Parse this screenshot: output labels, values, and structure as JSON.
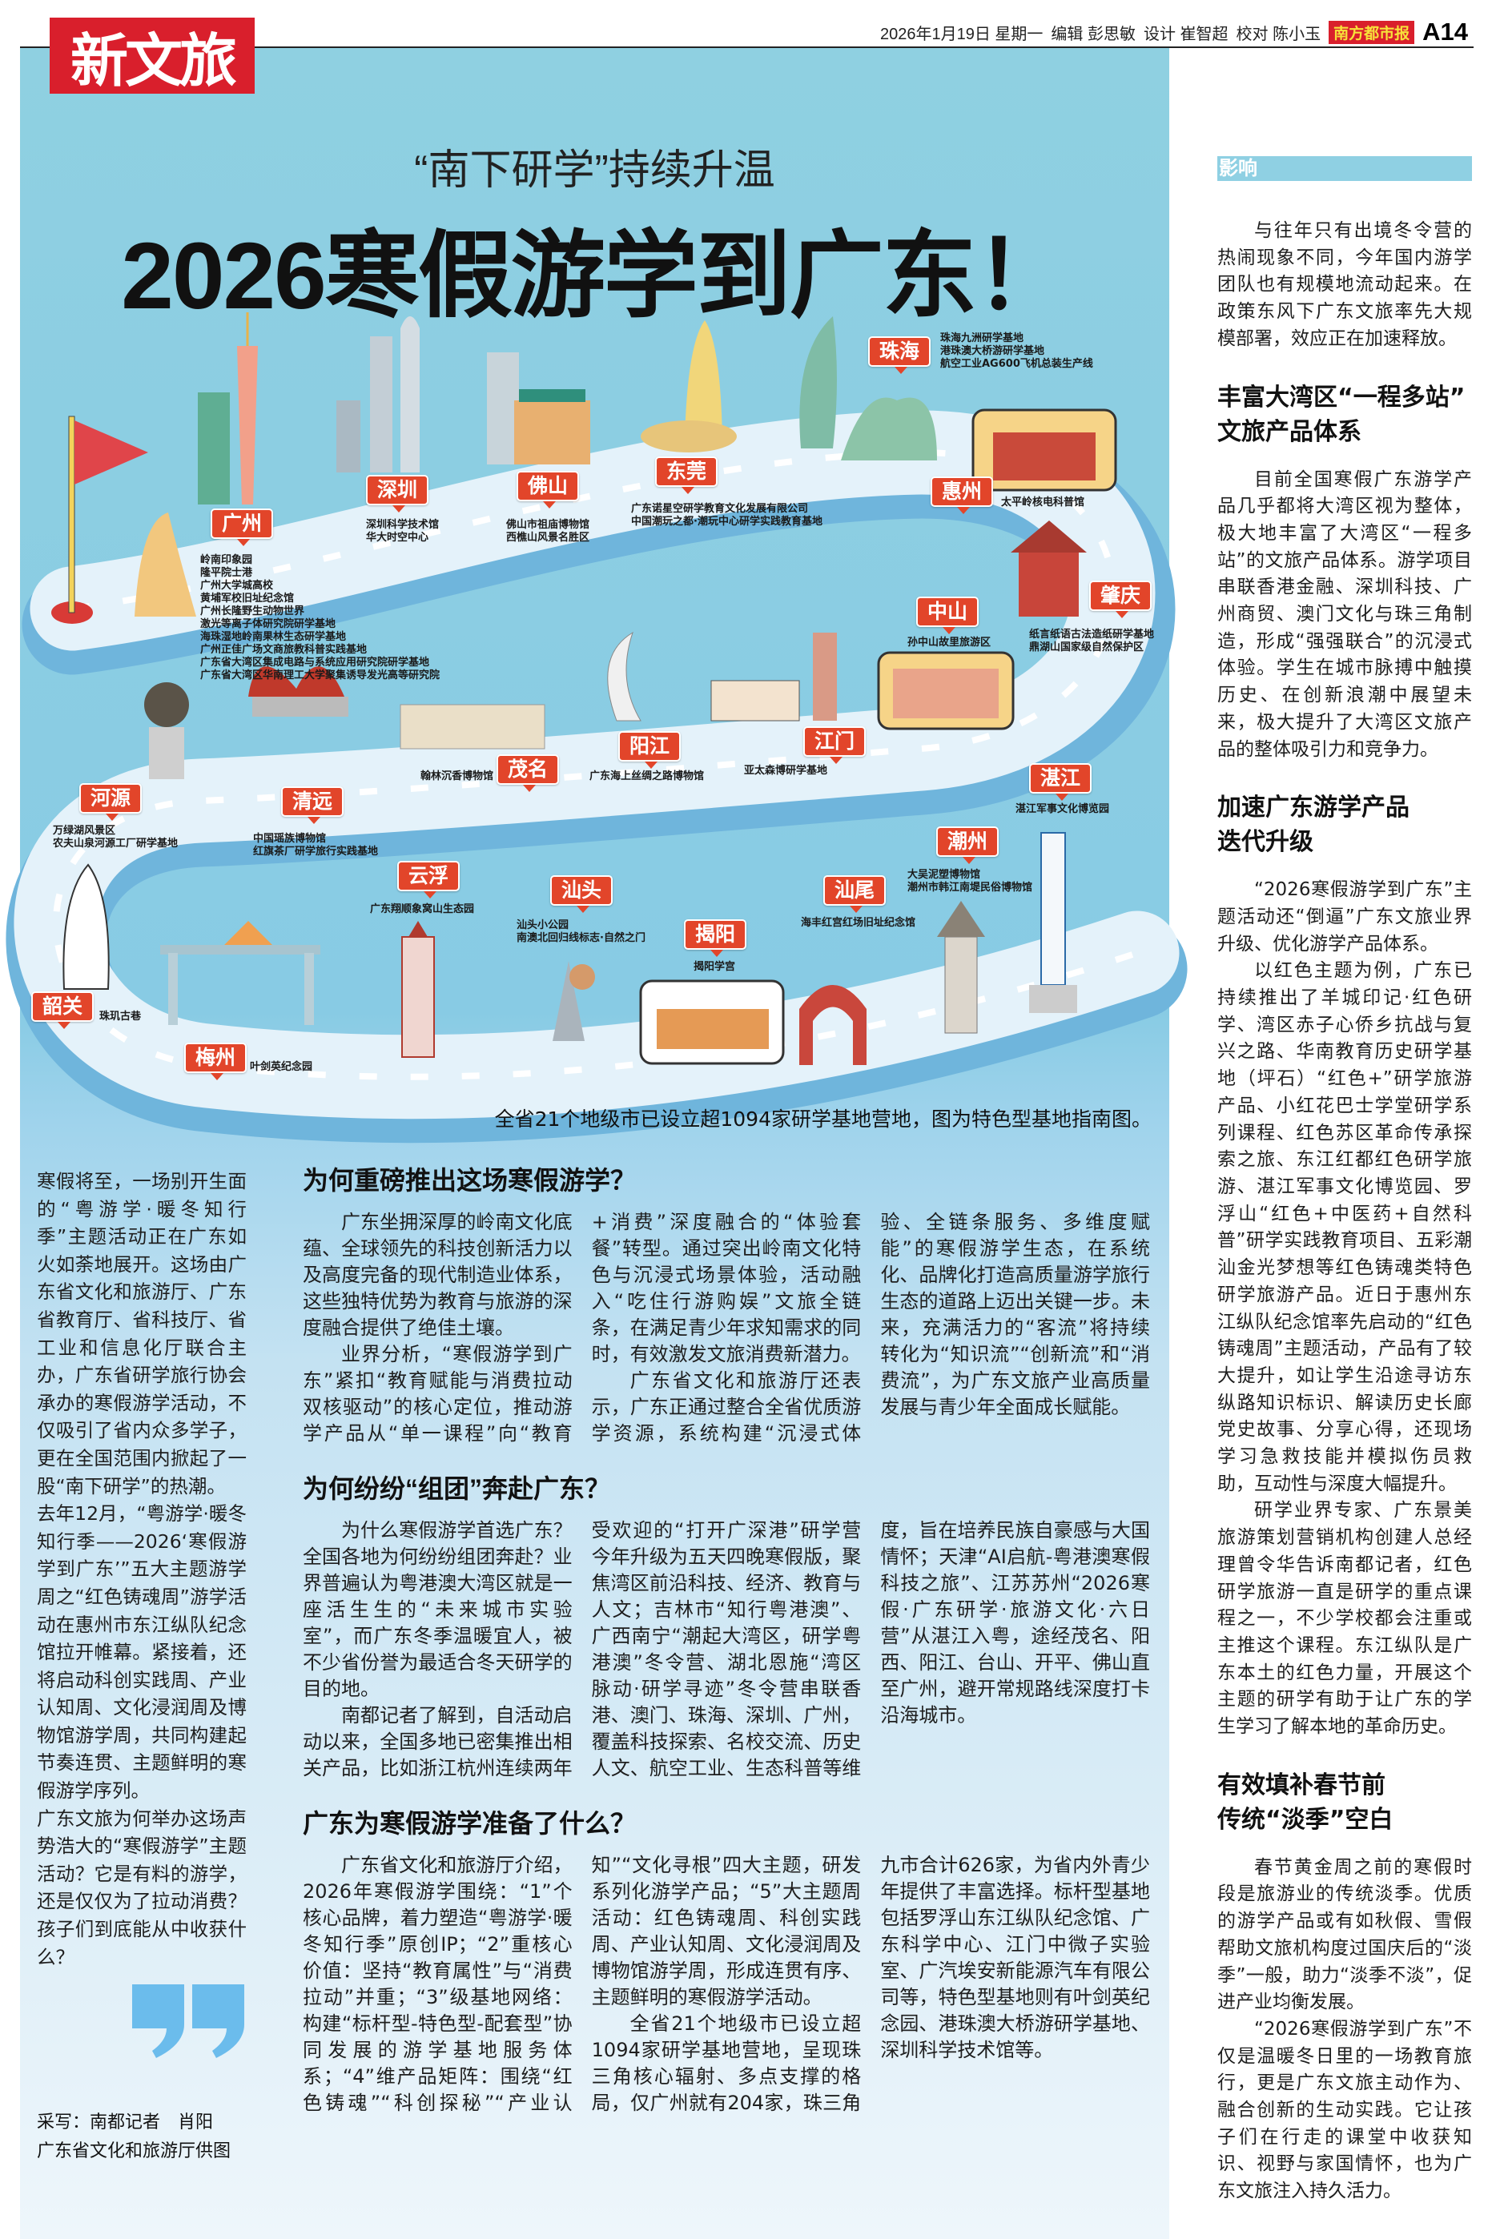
{
  "masthead": {
    "section_logo": "新文旅",
    "date": "2026年1月19日 星期一",
    "editor": "编辑 彭思敏",
    "designer": "设计 崔智超",
    "proofreader": "校对 陈小玉",
    "paper_name": "南方都市报",
    "page_number": "A14"
  },
  "hero": {
    "kicker": "“南下研学”持续升温",
    "headline": "2026寒假游学到广东！",
    "map_caption": "全省21个地级市已设立超1094家研学基地营地，图为特色型基地指南图。",
    "cities": [
      {
        "name": "广州",
        "sites": [
          "岭南印象园",
          "隆平院士港",
          "广州大学城高校",
          "黄埔军校旧址纪念馆",
          "广州长隆野生动物世界",
          "激光等离子体研究院研学基地",
          "海珠湿地岭南果林生态研学基地",
          "广州正佳广场文商旅教科普实践基地",
          "广东省大湾区集成电路与系统应用研究院研学基地",
          "广东省大湾区华南理工大学聚集诱导发光高等研究院"
        ]
      },
      {
        "name": "深圳",
        "sites": [
          "深圳科学技术馆",
          "华大时空中心"
        ]
      },
      {
        "name": "佛山",
        "sites": [
          "佛山市祖庙博物馆",
          "西樵山风景名胜区"
        ]
      },
      {
        "name": "东莞",
        "sites": [
          "广东诺星空研学教育文化发展有限公司",
          "中国潮玩之都·潮玩中心研学实践教育基地"
        ]
      },
      {
        "name": "珠海",
        "sites": [
          "珠海九洲研学基地",
          "港珠澳大桥游研学基地",
          "航空工业AG600飞机总装生产线"
        ]
      },
      {
        "name": "惠州",
        "sites": [
          "太平岭核电科普馆"
        ]
      },
      {
        "name": "中山",
        "sites": [
          "孙中山故里旅游区"
        ]
      },
      {
        "name": "肇庆",
        "sites": [
          "纸言纸语古法造纸研学基地",
          "鼎湖山国家级自然保护区"
        ]
      },
      {
        "name": "阳江",
        "sites": [
          "广东海上丝绸之路博物馆"
        ]
      },
      {
        "name": "江门",
        "sites": [
          "亚太森博研学基地"
        ]
      },
      {
        "name": "茂名",
        "sites": [
          "翰林沉香博物馆"
        ]
      },
      {
        "name": "清远",
        "sites": [
          "中国瑶族博物馆",
          "红旗茶厂研学旅行实践基地"
        ]
      },
      {
        "name": "河源",
        "sites": [
          "万绿湖风景区",
          "农夫山泉河源工厂研学基地"
        ]
      },
      {
        "name": "湛江",
        "sites": [
          "湛江军事文化博览园"
        ]
      },
      {
        "name": "潮州",
        "sites": [
          "大吴泥塑博物馆",
          "潮州市韩江南堤民俗博物馆"
        ]
      },
      {
        "name": "汕尾",
        "sites": [
          "海丰红宫红场旧址纪念馆"
        ]
      },
      {
        "name": "揭阳",
        "sites": [
          "揭阳学宫"
        ]
      },
      {
        "name": "汕头",
        "sites": [
          "汕头小公园",
          "南澳北回归线标志·自然之门"
        ]
      },
      {
        "name": "云浮",
        "sites": [
          "广东翔顺象窝山生态园"
        ]
      },
      {
        "name": "韶关",
        "sites": [
          "珠玑古巷"
        ]
      },
      {
        "name": "梅州",
        "sites": [
          "叶剑英纪念园"
        ]
      }
    ]
  },
  "lead": {
    "paragraphs": [
      "寒假将至，一场别开生面的“粤游学·暖冬知行季”主题活动正在广东如火如荼地展开。这场由广东省文化和旅游厅、广东省教育厅、省科技厅、省工业和信息化厅联合主办，广东省研学旅行协会承办的寒假游学活动，不仅吸引了省内众多学子，更在全国范围内掀起了一股“南下研学”的热潮。",
      "去年12月，“粤游学·暖冬知行季——2026‘寒假游学到广东’”五大主题游学周之“红色铸魂周”游学活动在惠州市东江纵队纪念馆拉开帷幕。紧接着，还将启动科创实践周、产业认知周、文化浸润周及博物馆游学周，共同构建起节奏连贯、主题鲜明的寒假游学序列。",
      "广东文旅为何举办这场声势浩大的“寒假游学”主题活动？它是有料的游学，还是仅仅为了拉动消费？孩子们到底能从中收获什么？"
    ],
    "byline": "采写：南都记者　肖阳",
    "photo_credit": "广东省文化和旅游厅供图"
  },
  "sections": [
    {
      "heading": "为何重磅推出这场寒假游学？",
      "paragraphs": [
        "广东坐拥深厚的岭南文化底蕴、全球领先的科技创新活力以及高度完备的现代制造业体系，这些独特优势为教育与旅游的深度融合提供了绝佳土壤。",
        "业界分析，“寒假游学到广东”紧扣“教育赋能与消费拉动双核驱动”的核心定位，推动游学产品从“单一课程”向“教育+消费”深度融合的“体验套餐”转型。通过突出岭南文化特色与沉浸式场景体验，活动融入“吃住行游购娱”文旅全链条，在满足青少年求知需求的同时，有效激发文旅消费新潜力。",
        "广东省文化和旅游厅还表示，广东正通过整合全省优质游学资源，系统构建“沉浸式体验、全链条服务、多维度赋能”的寒假游学生态，在系统化、品牌化打造高质量游学旅行生态的道路上迈出关键一步。未来，充满活力的“客流”将持续转化为“知识流”“创新流”和“消费流”，为广东文旅产业高质量发展与青少年全面成长赋能。"
      ]
    },
    {
      "heading": "为何纷纷“组团”奔赴广东？",
      "paragraphs": [
        "为什么寒假游学首选广东？全国各地为何纷纷组团奔赴？业界普遍认为粤港澳大湾区就是一座活生生的“未来城市实验室”，而广东冬季温暖宜人，被不少省份誉为最适合冬天研学的目的地。",
        "南都记者了解到，自活动启动以来，全国多地已密集推出相关产品，比如浙江杭州连续两年受欢迎的“打开广深港”研学营今年升级为五天四晚寒假版，聚焦湾区前沿科技、经济、教育与人文；吉林市“知行粤港澳”、广西南宁“潮起大湾区，研学粤港澳”冬令营、湖北恩施“湾区脉动·研学寻迹”冬令营串联香港、澳门、珠海、深圳、广州，覆盖科技探索、名校交流、历史人文、航空工业、生态科普等维度，旨在培养民族自豪感与大国情怀；天津“AI启航-粤港澳寒假科技之旅”、江苏苏州“2026寒假·广东研学·旅游文化·六日营”从湛江入粤，途经茂名、阳西、阳江、台山、开平、佛山直至广州，避开常规路线深度打卡沿海城市。"
      ]
    },
    {
      "heading": "广东为寒假游学准备了什么？",
      "paragraphs": [
        "广东省文化和旅游厅介绍，2026年寒假游学围绕：“1”个核心品牌，着力塑造“粤游学·暖冬知行季”原创IP；“2”重核心价值：坚持“教育属性”与“消费拉动”并重；“3”级基地网络：构建“标杆型-特色型-配套型”协同发展的游学基地服务体系；“4”维产品矩阵：围绕“红色铸魂”“科创探秘”“产业认知”“文化寻根”四大主题，研发系列化游学产品；“5”大主题周活动：红色铸魂周、科创实践周、产业认知周、文化浸润周及博物馆游学周，形成连贯有序、主题鲜明的寒假游学活动。",
        "全省21个地级市已设立超1094家研学基地营地，呈现珠三角核心辐射、多点支撑的格局，仅广州就有204家，珠三角九市合计626家，为省内外青少年提供了丰富选择。标杆型基地包括罗浮山东江纵队纪念馆、广东科学中心、江门中微子实验室、广汽埃安新能源汽车有限公司等，特色型基地则有叶剑英纪念园、港珠澳大桥游研学基地、深圳科学技术馆等。"
      ]
    }
  ],
  "sidebar": {
    "tag": "影响",
    "intro": "与往年只有出境冬令营的热闹现象不同，今年国内游学团队也有规模地流动起来。在政策东风下广东文旅率先大规模部署，效应正在加速释放。",
    "blocks": [
      {
        "heading_line1": "丰富大湾区“一程多站”",
        "heading_line2": "文旅产品体系",
        "paragraphs": [
          "目前全国寒假广东游学产品几乎都将大湾区视为整体，极大地丰富了大湾区“一程多站”的文旅产品体系。游学项目串联香港金融、深圳科技、广州商贸、澳门文化与珠三角制造，形成“强强联合”的沉浸式体验。学生在城市脉搏中触摸历史、在创新浪潮中展望未来，极大提升了大湾区文旅产品的整体吸引力和竞争力。"
        ]
      },
      {
        "heading_line1": "加速广东游学产品",
        "heading_line2": "迭代升级",
        "paragraphs": [
          "“2026寒假游学到广东”主题活动还“倒逼”广东文旅业界升级、优化游学产品体系。",
          "以红色主题为例，广东已持续推出了羊城印记·红色研学、湾区赤子心侨乡抗战与复兴之路、华南教育历史研学基地（坪石）“红色+”研学旅游产品、小红花巴士学堂研学系列课程、红色苏区革命传承探索之旅、东江红都红色研学旅游、湛江军事文化博览园、罗浮山“红色+中医药+自然科普”研学实践教育项目、五彩潮汕金光梦想等红色铸魂类特色研学旅游产品。近日于惠州东江纵队纪念馆率先启动的“红色铸魂周”主题活动，产品有了较大提升，如让学生沿途寻访东纵路知识标识、解读历史长廊党史故事、分享心得，还现场学习急救技能并模拟伤员救助，互动性与深度大幅提升。",
          "研学业界专家、广东景美旅游策划营销机构创建人总经理曾令华告诉南都记者，红色研学旅游一直是研学的重点课程之一，不少学校都会注重或主推这个课程。东江纵队是广东本土的红色力量，开展这个主题的研学有助于让广东的学生学习了解本地的革命历史。"
        ]
      },
      {
        "heading_line1": "有效填补春节前",
        "heading_line2": "传统“淡季”空白",
        "paragraphs": [
          "春节黄金周之前的寒假时段是旅游业的传统淡季。优质的游学产品或有如秋假、雪假帮助文旅机构度过国庆后的“淡季”一般，助力“淡季不淡”，促进产业均衡发展。",
          "“2026寒假游学到广东”不仅是温暖冬日里的一场教育旅行，更是广东文旅主动作为、融合创新的生动实践。它让孩子们在行走的课堂中收获知识、视野与家国情怀，也为广东文旅注入持久活力。"
        ]
      }
    ]
  },
  "colors": {
    "brand_red": "#d91f2c",
    "tag_red": "#e2452a",
    "panel_blue": "#8fd0e1",
    "quote_blue": "#6bbcec"
  }
}
